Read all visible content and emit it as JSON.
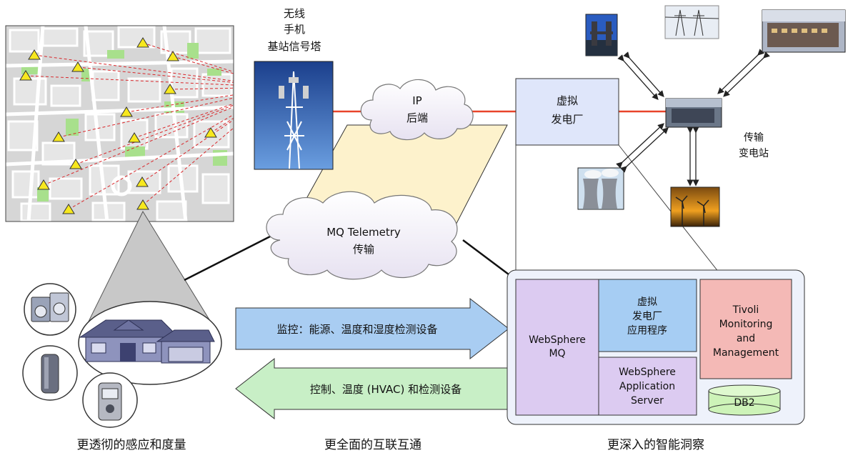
{
  "tower_label": [
    "无线",
    "手机",
    "基站信号塔"
  ],
  "ip_backend": [
    "IP",
    "后端"
  ],
  "virtual_plant": [
    "虚拟",
    "发电厂"
  ],
  "substation_label": [
    "传输",
    "变电站"
  ],
  "mq_telemetry": [
    "MQ Telemetry",
    "传输"
  ],
  "arrow_monitor": "监控：能源、温度和湿度检测设备",
  "arrow_control": "控制、温度 (HVAC) 和检测设备",
  "boxes": {
    "websphere_mq": [
      "WebSphere",
      "MQ"
    ],
    "vpp_app": [
      "虚拟",
      "发电厂",
      "应用程序"
    ],
    "tivoli": [
      "Tivoli",
      "Monitoring",
      "and",
      "Management"
    ],
    "was": [
      "WebSphere",
      "Application",
      "Server"
    ],
    "db2": "DB2"
  },
  "captions": {
    "left": "更透彻的感应和度量",
    "middle": "更全面的互联互通",
    "right": "更深入的智能洞察"
  },
  "colors": {
    "red_link": "#e8442a",
    "arrow_blue": "#a9cdf2",
    "arrow_green": "#c8efc6",
    "box_purple": "#dccbf1",
    "box_blue": "#a6cdf3",
    "box_pink": "#f4b9b6",
    "db2_green": "#cdf3b8",
    "panel": "#eef2fb",
    "parallelogram": "#fdf2cc"
  }
}
